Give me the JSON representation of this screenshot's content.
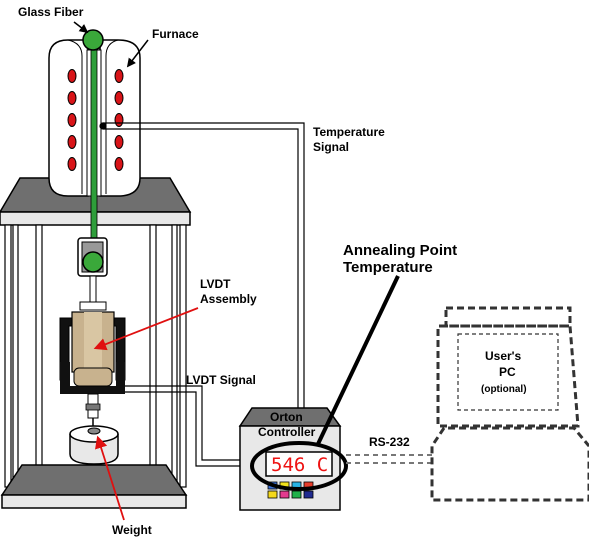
{
  "labels": {
    "glass_fiber": "Glass Fiber",
    "furnace": "Furnace",
    "temperature": "Temperature",
    "signal": "Signal",
    "annealing_line1": "Annealing Point",
    "annealing_line2": "Temperature",
    "lvdt_line1": "LVDT",
    "lvdt_line2": "Assembly",
    "lvdt_signal": "LVDT Signal",
    "orton": "Orton",
    "controller": "Controller",
    "display": "546 C",
    "rs232": "RS-232",
    "users": "User's",
    "pc": "PC",
    "optional": "(optional)",
    "weight": "Weight"
  },
  "colors": {
    "fiber": "#2e9e3a",
    "ball": "#3aa83a",
    "heater": "#d81418",
    "plate": "#6f6f6f",
    "lvdt_body": "#c8b28e",
    "arrow_red": "#e01010",
    "display_text": "#ee1111",
    "controller_buttons": [
      "#3b6fd6",
      "#f2e21b",
      "#27b3e5",
      "#e63c2a",
      "#f4d81c",
      "#e23b8e",
      "#20b04a",
      "#1f2a8f"
    ]
  }
}
